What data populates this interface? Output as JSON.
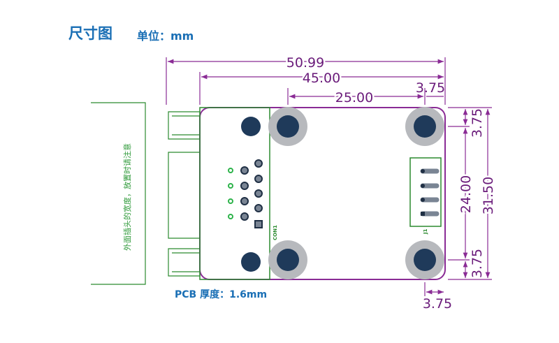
{
  "header": {
    "title": "尺寸图",
    "unit_label": "单位：mm"
  },
  "footer": {
    "thickness_label": "PCB 厚度：1.6mm"
  },
  "side_note": "外面插头的宽度，放置时请注意",
  "silkscreen": {
    "connector_ref": "CON1",
    "header_ref": "J1"
  },
  "dimensions": {
    "overall_width": "50.99",
    "board_width": "45.00",
    "hole_spacing_x": "25.00",
    "hole_offset_top_right": "3.75",
    "hole_offset_right_top": "3.75",
    "hole_spacing_y": "24.00",
    "board_height": "31.50",
    "hole_offset_right_bottom": "3.75",
    "hole_offset_bottom": "3.75"
  },
  "colors": {
    "title": "#1a6fb5",
    "dimension": "#8a2b95",
    "pcb_outline": "#8a2b95",
    "connector_outline": "#2b8a2f",
    "hole": "#1f3a5a"
  }
}
